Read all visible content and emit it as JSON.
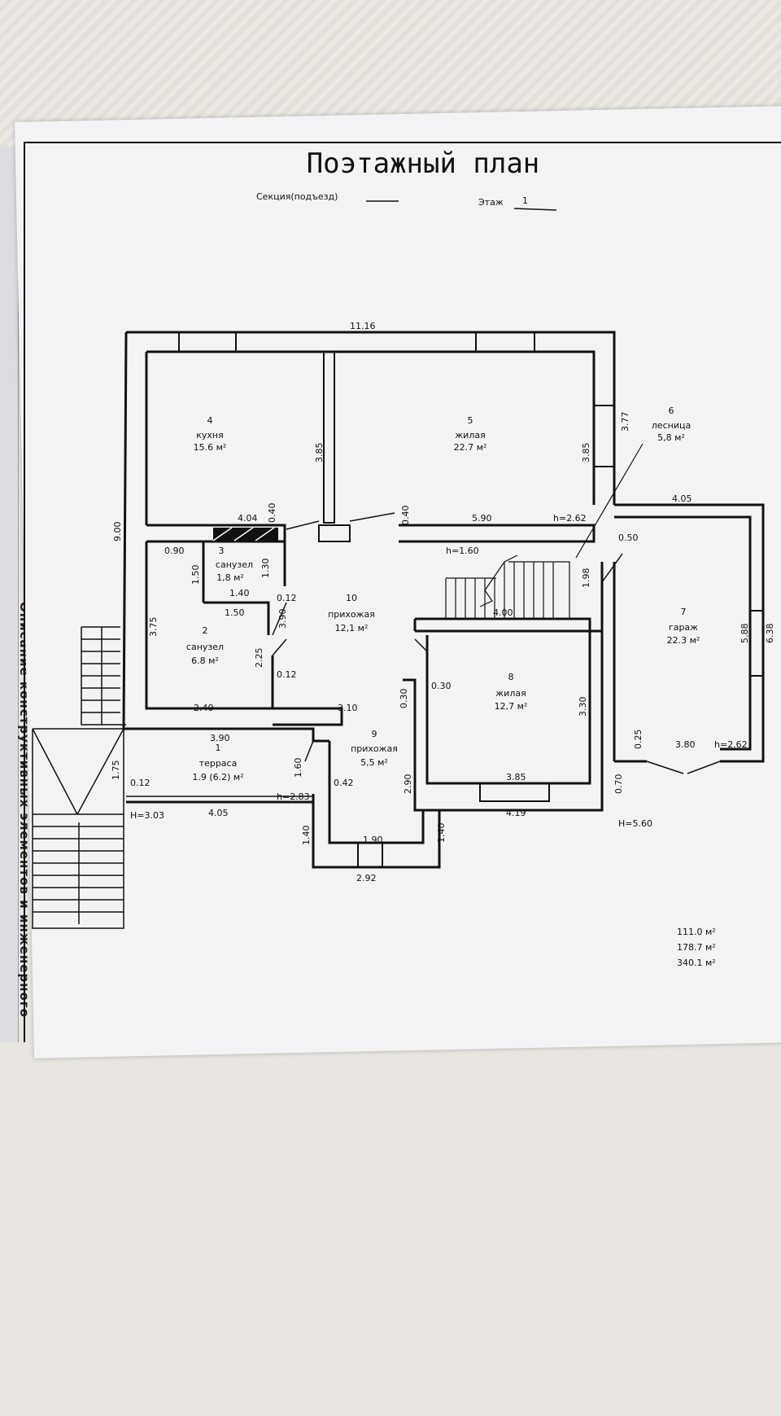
{
  "title": "Поэтажный план",
  "section_label": "Секция(подъезд)",
  "floor_label": "Этаж",
  "floor_value": "1",
  "side_text": "Описание конструктивных элементов и инженерного",
  "rooms": [
    {
      "num": "1",
      "name": "терраса",
      "area": "1.9 (6.2) м²"
    },
    {
      "num": "2",
      "name": "санузел",
      "area": "6.8 м²"
    },
    {
      "num": "3",
      "name": "санузел",
      "area": "1,8 м²"
    },
    {
      "num": "4",
      "name": "кухня",
      "area": "15.6 м²"
    },
    {
      "num": "5",
      "name": "жилая",
      "area": "22.7 м²"
    },
    {
      "num": "6",
      "name": "лесница",
      "area": "5,8 м²"
    },
    {
      "num": "7",
      "name": "гараж",
      "area": "22.3 м²"
    },
    {
      "num": "8",
      "name": "жилая",
      "area": "12,7 м²"
    },
    {
      "num": "9",
      "name": "прихожая",
      "area": "5,5 м²"
    },
    {
      "num": "10",
      "name": "прихожая",
      "area": "12,1 м²"
    }
  ],
  "dimensions": [
    "11.16",
    "9.00",
    "3.85",
    "3.85",
    "3.77",
    "4.04",
    "0.40",
    "0.40",
    "5.90",
    "h=2.62",
    "4.05",
    "0.50",
    "h=1.60",
    "0.90",
    "1.50",
    "1.30",
    "1.40",
    "0.12",
    "1.50",
    "3.90",
    "3.75",
    "2.25",
    "0.12",
    "4.00",
    "1.98",
    "5.88",
    "6.38",
    "0.30",
    "0.30",
    "3.30",
    "2.40",
    "3.10",
    "3.90",
    "0.25",
    "3.80",
    "h=2.62",
    "1.60",
    "0.12",
    "h=2.83",
    "0.42",
    "2.90",
    "3.85",
    "0.70",
    "1.75",
    "H=3.03",
    "4.05",
    "4.19",
    "1.40",
    "1.90",
    "1.40",
    "2.92",
    "H=5.60"
  ],
  "totals": [
    "111.0 м²",
    "178.7 м²",
    "340.1 м²"
  ]
}
